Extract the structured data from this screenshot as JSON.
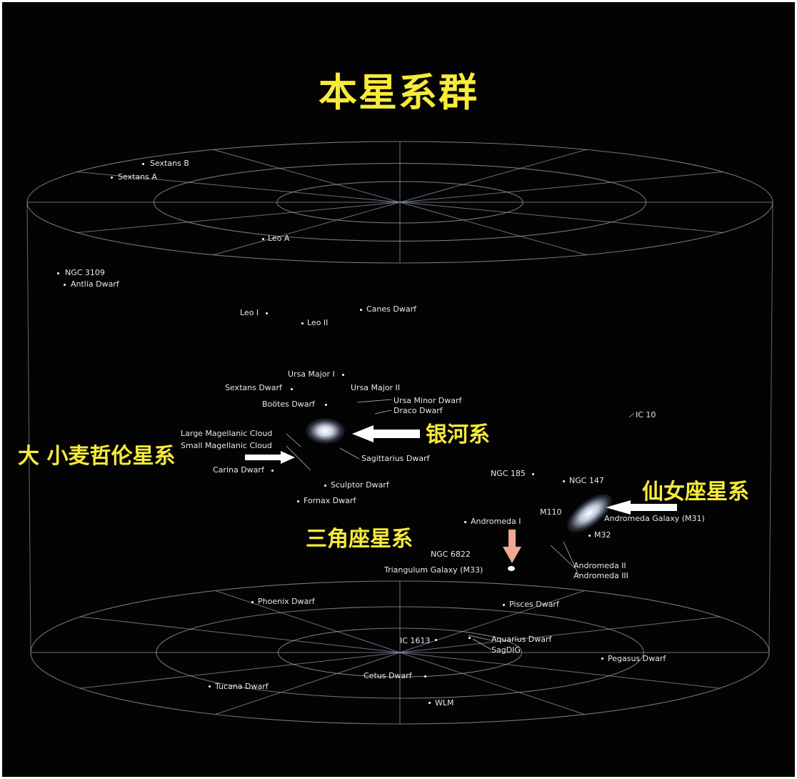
{
  "title": "本星系群",
  "labels": {
    "sextans_b": "Sextans B",
    "sextans_a": "Sextans A",
    "leo_a": "Leo A",
    "ngc_3109": "NGC 3109",
    "antlia": "Antlia Dwarf",
    "leo_i": "Leo I",
    "leo_ii": "Leo II",
    "canes": "Canes Dwarf",
    "ursa_major_i": "Ursa Major I",
    "ursa_major_ii": "Ursa Major II",
    "sextans_dwarf": "Sextans Dwarf",
    "bootes": "Boötes Dwarf",
    "ursa_minor": "Ursa Minor Dwarf",
    "draco": "Draco Dwarf",
    "lmc": "Large Magellanic Cloud",
    "smc": "Small Magellanic Cloud",
    "carina": "Carina Dwarf",
    "sagittarius": "Sagittarius Dwarf",
    "sculptor": "Sculptor Dwarf",
    "fornax": "Fornax Dwarf",
    "ic_10": "IC 10",
    "ngc_185": "NGC 185",
    "ngc_147": "NGC 147",
    "m110": "M110",
    "m31": "Andromeda Galaxy (M31)",
    "andromeda_i": "Andromeda I",
    "m32": "M32",
    "ngc_6822": "NGC 6822",
    "m33": "Triangulum Galaxy (M33)",
    "andromeda_ii": "Andromeda II",
    "andromeda_iii": "Andromeda III",
    "phoenix": "Phoenix Dwarf",
    "pisces": "Pisces Dwarf",
    "ic_1613": "IC 1613",
    "aquarius": "Aquarius Dwarf",
    "sagdig": "SagDIG",
    "pegasus": "Pegasus Dwarf",
    "cetus": "Cetus Dwarf",
    "tucana": "Tucana Dwarf",
    "wlm": "WLM"
  },
  "annotations": {
    "magellanic": "大 小麦哲伦星系",
    "milky_way": "银河系",
    "andromeda": "仙女座星系",
    "triangulum": "三角座星系"
  },
  "colors": {
    "background": "#030303",
    "annotation": "#f7ea3a",
    "grid": "#8a96a4",
    "triangulum_arrow": "#f0a890"
  }
}
